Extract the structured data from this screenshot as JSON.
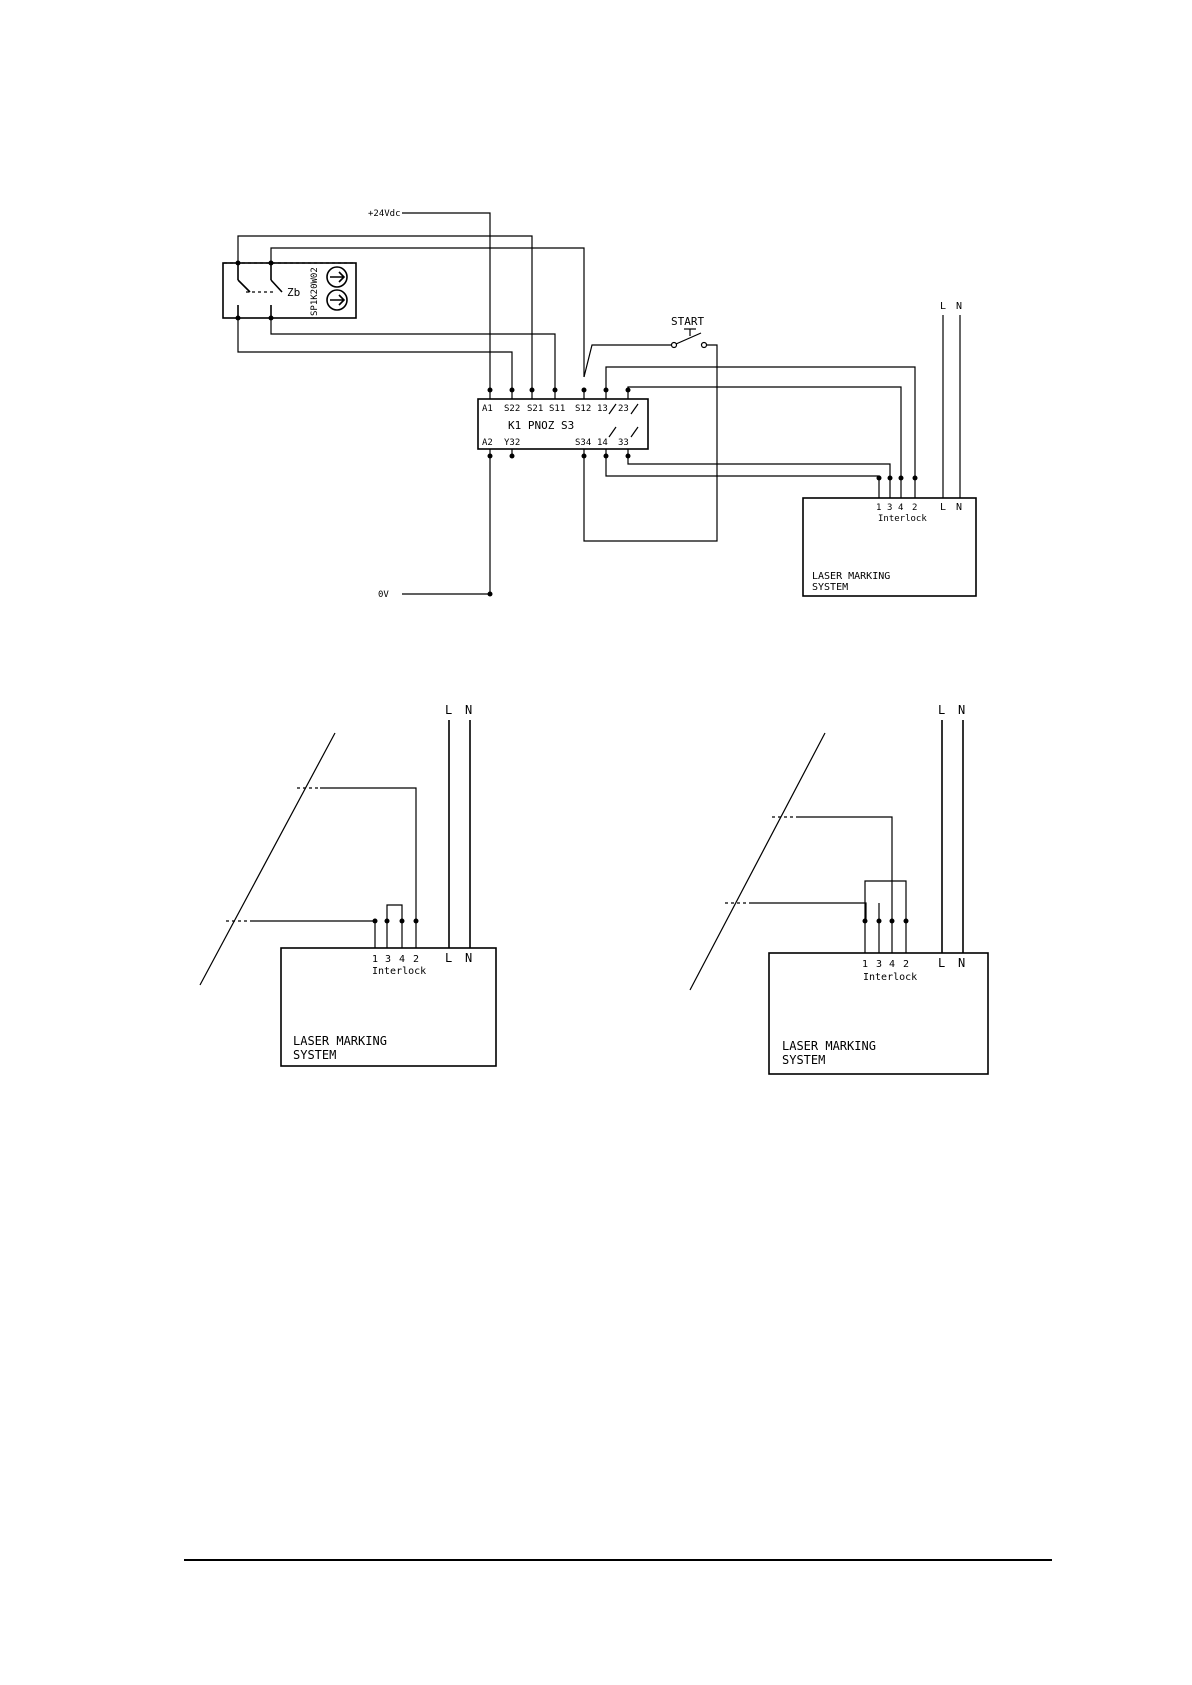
{
  "top": {
    "supply_pos": "+24Vdc",
    "supply_neg": "0V",
    "switch_part": "SP1K20W02",
    "switch_label": "Zb",
    "start_label": "START",
    "relay_name": "K1 PNOZ S3",
    "relay_top_terminals": [
      "A1",
      "S22",
      "S21",
      "S11",
      "S12",
      "13",
      "23"
    ],
    "relay_bottom_terminals": [
      "A2",
      "Y32",
      "S34",
      "14",
      "33"
    ],
    "line_L": "L",
    "line_N": "N",
    "interlock_pins": [
      "1",
      "3",
      "4",
      "2"
    ],
    "box_L": "L",
    "box_N": "N",
    "interlock_label": "Interlock",
    "laser_line1": "LASER MARKING",
    "laser_line2": "SYSTEM"
  },
  "bottom_left": {
    "line_L": "L",
    "line_N": "N",
    "interlock_pins": [
      "1",
      "3",
      "4",
      "2"
    ],
    "box_L": "L",
    "box_N": "N",
    "interlock_label": "Interlock",
    "laser_line1": "LASER MARKING",
    "laser_line2": "SYSTEM"
  },
  "bottom_right": {
    "line_L": "L",
    "line_N": "N",
    "interlock_pins": [
      "1",
      "3",
      "4",
      "2"
    ],
    "box_L": "L",
    "box_N": "N",
    "interlock_label": "Interlock",
    "laser_line1": "LASER MARKING",
    "laser_line2": "SYSTEM"
  }
}
